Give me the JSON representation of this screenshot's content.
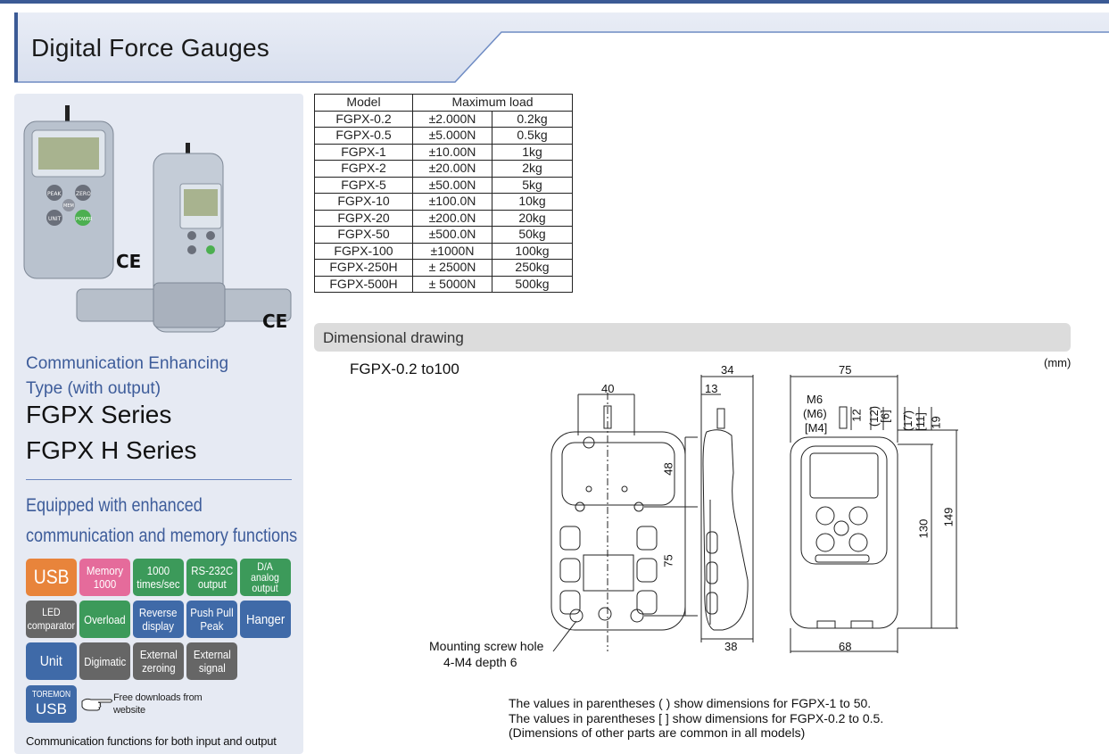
{
  "page": {
    "title": "Digital Force Gauges"
  },
  "product": {
    "ce_mark": "CE",
    "comm_title_line1": "Communication Enhancing",
    "comm_title_line2": "Type (with output)",
    "series1": "FGPX Series",
    "series2": "FGPX H Series",
    "equipped_line1": "Equipped with enhanced",
    "equipped_line2": "communication and memory functions",
    "device_keys": [
      "PEAK",
      "ZERO",
      "MEM",
      "UNIT",
      "POWER"
    ]
  },
  "badges": [
    {
      "label": "USB",
      "color": "#e8843b"
    },
    {
      "label": "Memory\n1000",
      "color": "#e56b9b"
    },
    {
      "label": "1000\ntimes/sec",
      "color": "#3c9a5a"
    },
    {
      "label": "RS-232C\noutput",
      "color": "#3c9a5a"
    },
    {
      "label": "D/A\nanalog\noutput",
      "color": "#3c9a5a"
    },
    {
      "label": "LED\ncomparator",
      "color": "#666666"
    },
    {
      "label": "Overload",
      "color": "#3c9a5a"
    },
    {
      "label": "Reverse\ndisplay",
      "color": "#3f6aa8"
    },
    {
      "label": "Push Pull\nPeak",
      "color": "#3f6aa8"
    },
    {
      "label": "Hanger",
      "color": "#3f6aa8"
    },
    {
      "label": "Unit",
      "color": "#3f6aa8"
    },
    {
      "label": "Digimatic",
      "color": "#666666"
    },
    {
      "label": "External\nzeroing",
      "color": "#666666"
    },
    {
      "label": "External\nsignal",
      "color": "#666666"
    }
  ],
  "toremon": {
    "line1": "TOREMON",
    "line2": "USB",
    "note_line1": "Free downloads from",
    "note_line2": "website"
  },
  "comm_note": "Communication functions for both input and output",
  "model_table": {
    "headers": [
      "Model",
      "Maximum load"
    ],
    "rows": [
      [
        "FGPX-0.2",
        "±2.000N",
        "0.2kg"
      ],
      [
        "FGPX-0.5",
        "±5.000N",
        "0.5kg"
      ],
      [
        "FGPX-1",
        "±10.00N",
        "1kg"
      ],
      [
        "FGPX-2",
        "±20.00N",
        "2kg"
      ],
      [
        "FGPX-5",
        "±50.00N",
        "5kg"
      ],
      [
        "FGPX-10",
        "±100.0N",
        "10kg"
      ],
      [
        "FGPX-20",
        "±200.0N",
        "20kg"
      ],
      [
        "FGPX-50",
        "±500.0N",
        "50kg"
      ],
      [
        "FGPX-100",
        "±1000N",
        "100kg"
      ],
      [
        "FGPX-250H",
        "± 2500N",
        "250kg"
      ],
      [
        "FGPX-500H",
        "± 5000N",
        "500kg"
      ]
    ]
  },
  "dimensional": {
    "title": "Dimensional drawing",
    "range": "FGPX-0.2 to100",
    "unit": "(mm)",
    "dims": {
      "d40": "40",
      "d48": "48",
      "d75a": "75",
      "d34": "34",
      "d13": "13",
      "d38": "38",
      "d75b": "75",
      "d68": "68",
      "d130": "130",
      "d149": "149",
      "m6": "M6",
      "m6p": "(M6)",
      "m4": "[M4]",
      "d12": "12",
      "d12p": "(12)",
      "d6b": "[6]",
      "d17p": "(17)",
      "d11b": "[11]",
      "d19": "19"
    },
    "mounting_line1": "Mounting screw hole",
    "mounting_line2": "4-M4 depth 6",
    "note1": "The values in parentheses (  ) show dimensions for FGPX-1 to 50.",
    "note2": "The values in parentheses [  ] show dimensions for FGPX-0.2 to 0.5.",
    "note3": "(Dimensions of other parts are common in all models)"
  }
}
